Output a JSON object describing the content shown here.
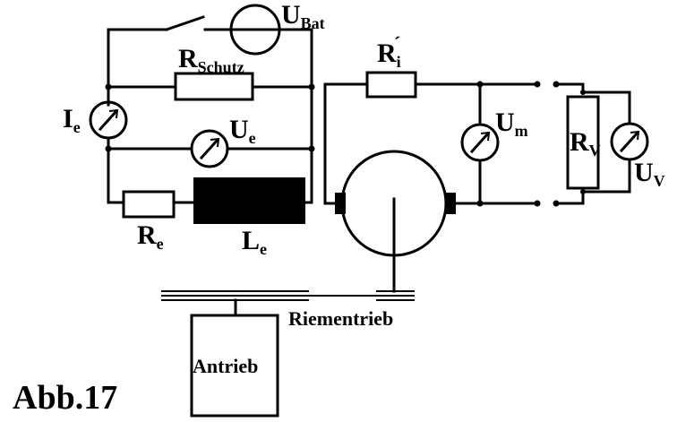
{
  "figure": {
    "title": "Abb.17"
  },
  "labels": {
    "u_bat": {
      "main": "U",
      "sub": "Bat"
    },
    "r_schutz": {
      "main": "R",
      "sub": "Schutz"
    },
    "i_e": {
      "main": "I",
      "sub": "e"
    },
    "u_e": {
      "main": "U",
      "sub": "e"
    },
    "r_e": {
      "main": "R",
      "sub": "e"
    },
    "l_e": {
      "main": "L",
      "sub": "e"
    },
    "r_i": {
      "main": "R",
      "sub": "i",
      "prime": "´"
    },
    "u_m": {
      "main": "U",
      "sub": "m"
    },
    "r_v": {
      "main": "R",
      "sub": "V"
    },
    "u_v": {
      "main": "U",
      "sub": "V"
    },
    "belt": "Riementrieb",
    "drive": "Antrieb"
  },
  "colors": {
    "ink": "#000000",
    "background": "#ffffff"
  }
}
